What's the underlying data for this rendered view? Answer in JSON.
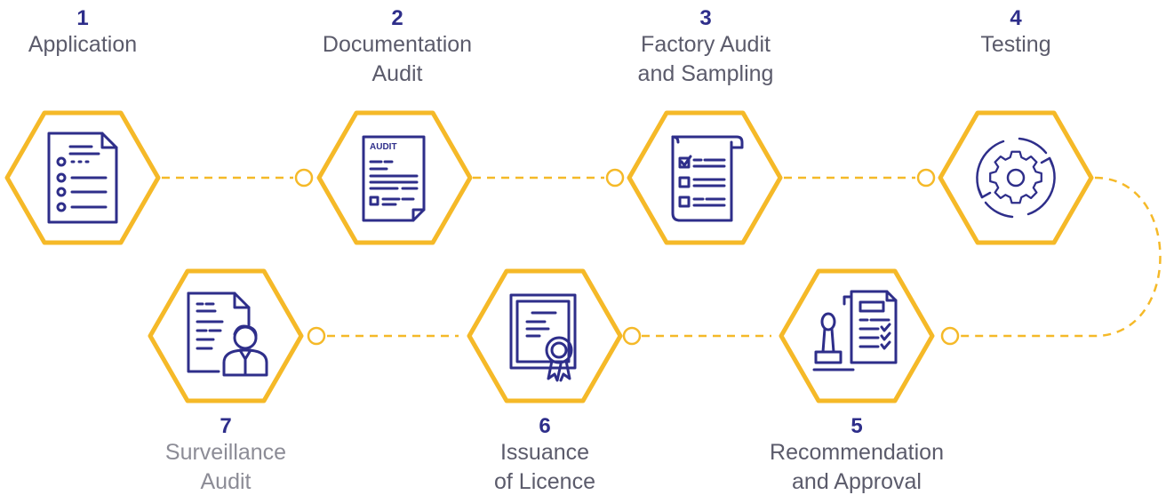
{
  "colors": {
    "hexagon_stroke": "#f5b928",
    "connector": "#f5b928",
    "icon": "#2e2e8a",
    "step_number": "#2e2e8a",
    "step_text": "#5b5b6b",
    "step_text_muted": "#8c8c96"
  },
  "steps": [
    {
      "number": "1",
      "title": "Application",
      "icon": "application-form-icon"
    },
    {
      "number": "2",
      "title": "Documentation\nAudit",
      "icon": "audit-document-icon"
    },
    {
      "number": "3",
      "title": "Factory Audit\nand Sampling",
      "icon": "checklist-icon"
    },
    {
      "number": "4",
      "title": "Testing",
      "icon": "gear-cycle-icon"
    },
    {
      "number": "5",
      "title": "Recommendation\nand Approval",
      "icon": "stamp-approval-icon"
    },
    {
      "number": "6",
      "title": "Issuance\nof Licence",
      "icon": "certificate-icon"
    },
    {
      "number": "7",
      "title": "Surveillance\nAudit",
      "icon": "surveillance-person-icon"
    }
  ],
  "icon_texts": {
    "audit_header": "AUDIT"
  }
}
